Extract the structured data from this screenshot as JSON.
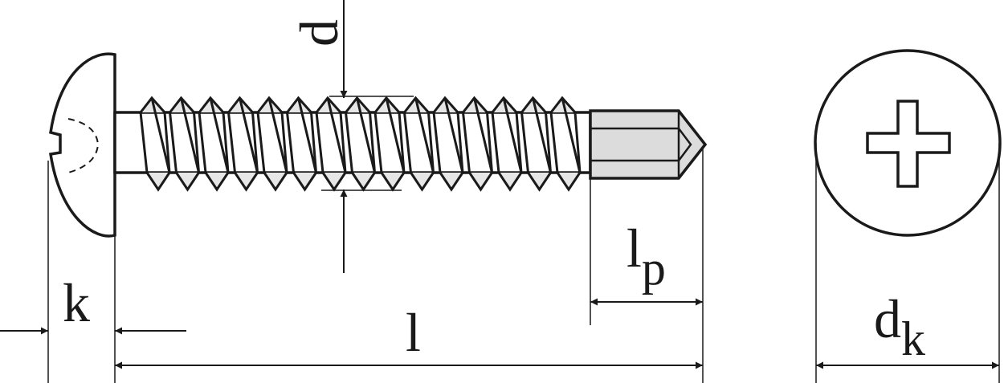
{
  "labels": {
    "diameter": "d",
    "head_height": "k",
    "length": "l",
    "point_length_main": "l",
    "point_length_sub": "p",
    "head_diameter_main": "d",
    "head_diameter_sub": "k"
  },
  "colors": {
    "stroke": "#1a1a1a",
    "point_fill": "#dcdcdc"
  }
}
